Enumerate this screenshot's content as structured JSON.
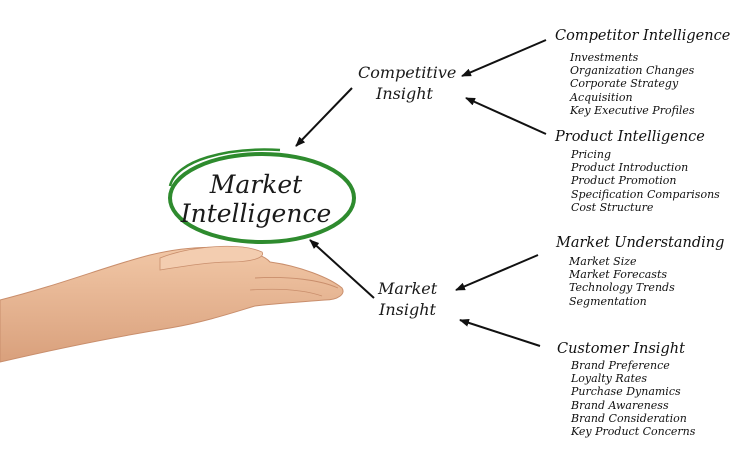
{
  "center": {
    "line1": "Market",
    "line2": "Intelligence"
  },
  "competitive_insight": {
    "line1": "Competitive",
    "line2": "Insight"
  },
  "market_insight": {
    "line1": "Market",
    "line2": "Insight"
  },
  "groups": {
    "competitor_intelligence": {
      "title": "Competitor Intelligence",
      "items": [
        "Investments",
        "Organization Changes",
        "Corporate Strategy",
        "Acquisition",
        "Key Executive Profiles"
      ]
    },
    "product_intelligence": {
      "title": "Product Intelligence",
      "items": [
        "Pricing",
        "Product Introduction",
        "Product Promotion",
        "Specification Comparisons",
        "Cost Structure"
      ]
    },
    "market_understanding": {
      "title": "Market Understanding",
      "items": [
        "Market Size",
        "Market Forecasts",
        "Technology Trends",
        "Segmentation"
      ]
    },
    "customer_insight": {
      "title": "Customer Insight",
      "items": [
        "Brand Preference",
        "Loyalty Rates",
        "Purchase Dynamics",
        "Brand Awareness",
        "Brand Consideration",
        "Key Product Concerns"
      ]
    }
  },
  "colors": {
    "ellipse": "#2e8b2e",
    "text": "#111111",
    "skin": "#e8b896",
    "skin_shadow": "#c98e6c"
  },
  "icons": {
    "hand": "open-palm-hand"
  }
}
